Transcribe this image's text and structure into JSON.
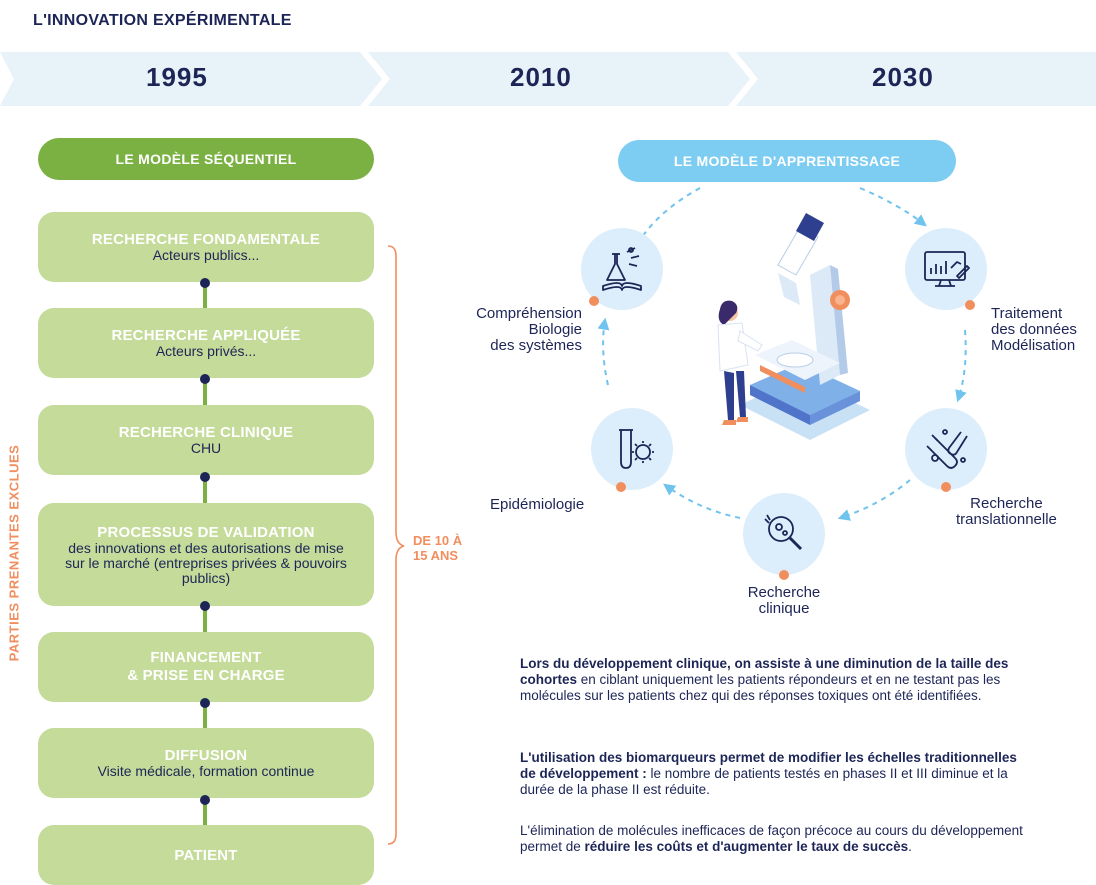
{
  "title": "L'INNOVATION EXPÉRIMENTALE",
  "timeline": [
    "1995",
    "2010",
    "2030"
  ],
  "sequential": {
    "header": "LE MODÈLE SÉQUENTIEL",
    "stages": [
      {
        "title": "RECHERCHE FONDAMENTALE",
        "sub": "Acteurs publics..."
      },
      {
        "title": "RECHERCHE APPLIQUÉE",
        "sub": "Acteurs privés..."
      },
      {
        "title": "RECHERCHE CLINIQUE",
        "sub": "CHU"
      },
      {
        "title": "PROCESSUS DE VALIDATION",
        "sub": "des innovations et des autorisations de mise sur le marché (entreprises privées & pouvoirs publics)"
      },
      {
        "title": "FINANCEMENT\n& PRISE EN CHARGE",
        "sub": ""
      },
      {
        "title": "DIFFUSION",
        "sub": "Visite médicale, formation continue"
      },
      {
        "title": "PATIENT",
        "sub": ""
      }
    ],
    "side_label": "PARTIES PRENANTES EXCLUES",
    "duration_line1": "DE 10 À",
    "duration_line2": "15 ANS"
  },
  "learning": {
    "header": "LE MODÈLE D'APPRENTISSAGE",
    "nodes": [
      {
        "icon": "flask-book-icon",
        "label_lines": [
          "Compréhension",
          "Biologie",
          "des systèmes"
        ]
      },
      {
        "icon": "data-screen-icon",
        "label_lines": [
          "Traitement",
          "des données",
          "Modélisation"
        ]
      },
      {
        "icon": "test-tubes-icon",
        "label_lines": [
          "Recherche",
          "translationnelle"
        ]
      },
      {
        "icon": "magnifier-cell-icon",
        "label_lines": [
          "Recherche",
          "clinique"
        ]
      },
      {
        "icon": "tube-bacteria-icon",
        "label_lines": [
          "Epidémiologie"
        ]
      }
    ]
  },
  "paragraphs": {
    "p1_bold": "Lors du développement clinique, on assiste à une diminution de la taille des cohortes",
    "p1_rest": " en ciblant uniquement les patients répondeurs et en ne testant pas les molécules sur les patients chez qui des réponses toxiques ont été identifiées.",
    "p2_bold": "L'utilisation des biomarqueurs permet de modifier les échelles traditionnelles de développement :",
    "p2_rest": " le nombre de patients testés en phases II et III diminue et la durée de la phase II est réduite.",
    "p3_a": "L'élimination de molécules inefficaces de façon précoce au cours du développement permet de ",
    "p3_bold": "réduire les coûts et d'augmenter le taux de succès",
    "p3_end": "."
  },
  "colors": {
    "navy": "#1d2557",
    "green": "#7bb043",
    "light_green": "#c4db99",
    "blue": "#7dcdf2",
    "orange": "#f08e5e",
    "chevron": "#e8f2f9"
  }
}
